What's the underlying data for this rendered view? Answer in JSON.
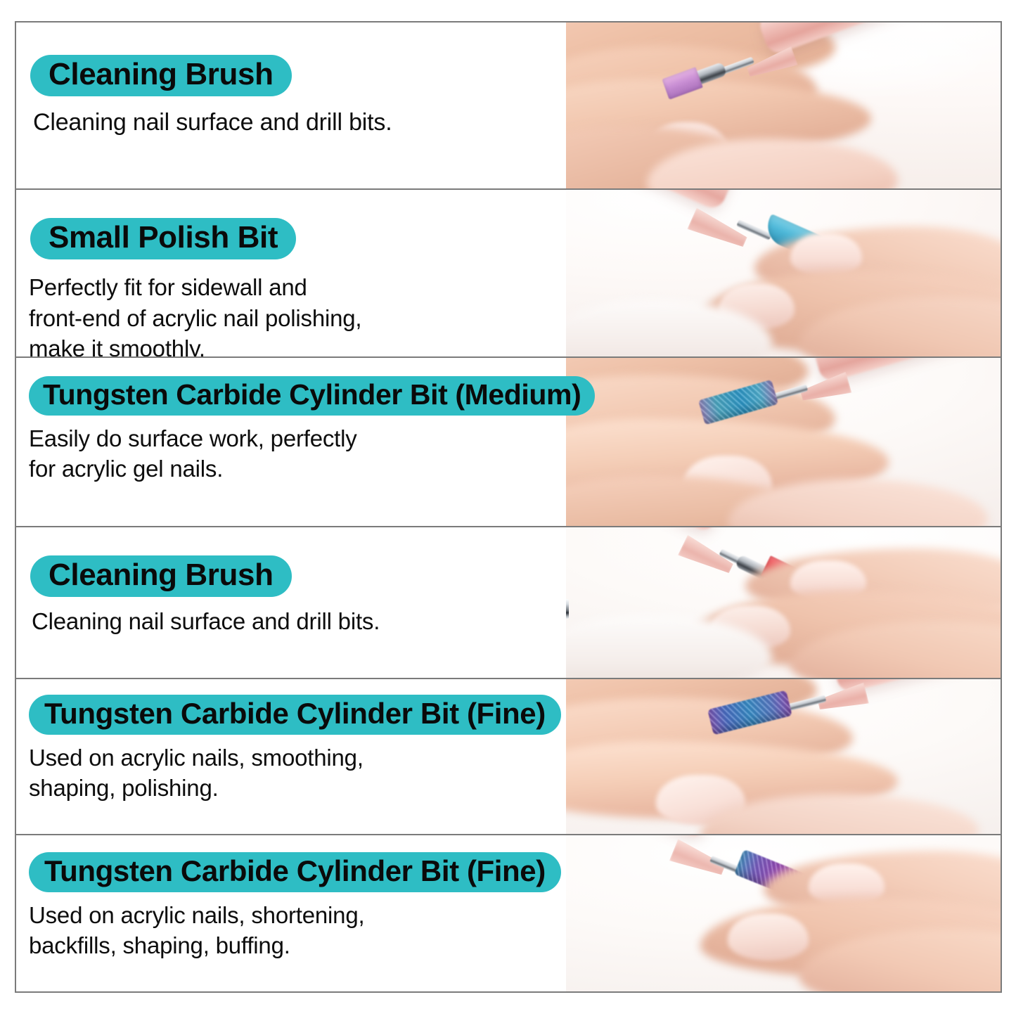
{
  "document": {
    "type": "product-feature-infographic",
    "subject": "Nail drill bits set",
    "background_color": "#ffffff",
    "frame_border_color": "#7b7b7b",
    "badge_color": "#2ebdc4",
    "badge_text_color": "#0a0a0a",
    "body_text_color": "#0d0d0d"
  },
  "rows": [
    {
      "index": 1,
      "title": "Cleaning Brush",
      "description": "Cleaning nail surface and drill bits.",
      "product": {
        "kind": "brush",
        "bristle_color": "#e571cc",
        "ferrule_color": "#c9ccd0",
        "name": "pink-cleaning-brush"
      },
      "photo": {
        "caption": "Pink cleaning brush bit attached to a rose-gold nail drill being used on a fingernail",
        "pen_color": "#f0c3c0",
        "bit_color": "#c98fd4"
      }
    },
    {
      "index": 2,
      "title": "Small Polish Bit",
      "description": "Perfectly fit for sidewall and\nfront-end of acrylic nail polishing,\nmake it smoothly.",
      "product": {
        "kind": "polish-cone",
        "bit_color": "#5fc3dd",
        "name": "blue-small-polish-bit"
      },
      "photo": {
        "caption": "Blue small polish bit on a rose-gold nail drill polishing a fingernail",
        "pen_color": "#f2c8c4",
        "bit_color": "#4fb8d8"
      }
    },
    {
      "index": 3,
      "title": "Tungsten Carbide Cylinder Bit (Medium)",
      "description": "Easily do surface work, perfectly\nfor acrylic gel nails.",
      "product": {
        "kind": "cylinder",
        "grit": "medium",
        "body_gradient": [
          "#b98fc4",
          "#4fb6c9",
          "#2e9fd6",
          "#7ec4dd",
          "#b08ec9"
        ],
        "name": "medium-tungsten-carbide-cylinder-bit"
      },
      "photo": {
        "caption": "Teal-blue tungsten carbide cylinder bit (medium) on a rose-gold drill filing a fingernail",
        "pen_color": "#f1c6c2",
        "bit_color": "#3ca6c9"
      }
    },
    {
      "index": 4,
      "title": "Cleaning Brush",
      "description": "Cleaning nail surface and drill bits.",
      "product": {
        "kind": "brush",
        "bristle_color": "#f0414b",
        "ferrule_color": "#c9ccd0",
        "name": "red-cleaning-brush"
      },
      "photo": {
        "caption": "Red cleaning brush bit on a rose-gold nail drill cleaning a fingernail",
        "pen_color": "#f2cac6",
        "bit_color": "#e8434b"
      }
    },
    {
      "index": 5,
      "title": "Tungsten Carbide Cylinder Bit (Fine)",
      "description": "Used on acrylic nails, smoothing,\nshaping, polishing.",
      "product": {
        "kind": "cylinder",
        "grit": "fine",
        "body_gradient": [
          "#8a63c8",
          "#4b7fd6",
          "#3ba8d8",
          "#8a5fc6",
          "#c44fa8"
        ],
        "name": "fine-tungsten-carbide-cylinder-bit-a"
      },
      "photo": {
        "caption": "Blue-violet tungsten carbide cylinder bit (fine) on a rose-gold drill smoothing a fingernail",
        "pen_color": "#f1c7c3",
        "bit_color": "#5a6fd0"
      }
    },
    {
      "index": 6,
      "title": "Tungsten Carbide Cylinder Bit (Fine)",
      "description": "Used on acrylic nails, shortening,\nbackfills, shaping, buffing.",
      "product": {
        "kind": "cylinder",
        "grit": "fine",
        "body_gradient": [
          "#5fa8d8",
          "#8a5fc8",
          "#b84fc0",
          "#c95fb0",
          "#d8a45c"
        ],
        "name": "fine-tungsten-carbide-cylinder-bit-b"
      },
      "photo": {
        "caption": "Rainbow violet tungsten carbide cylinder bit (fine) on a rose-gold drill shortening a fingernail",
        "pen_color": "#f2cbc6",
        "bit_color": "#9a5fc8"
      }
    }
  ]
}
